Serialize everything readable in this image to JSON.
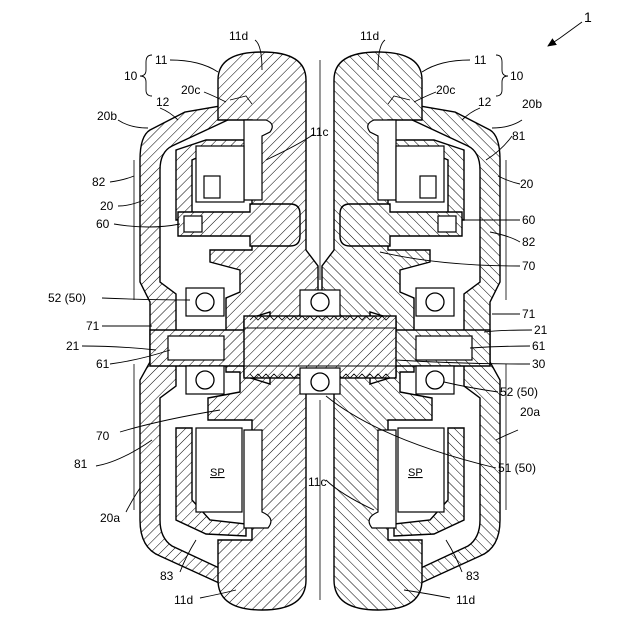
{
  "labels": {
    "fig_ref": "1",
    "l_10": "10",
    "l_11": "11",
    "l_12": "12",
    "l_11d": "11d",
    "l_11c": "11c",
    "l_20": "20",
    "l_20a": "20a",
    "l_20b": "20b",
    "l_20c": "20c",
    "l_21": "21",
    "l_30": "30",
    "l_51": "51 (50)",
    "l_52": "52 (50)",
    "l_60": "60",
    "l_61": "61",
    "l_70": "70",
    "l_71": "71",
    "l_81": "81",
    "l_82": "82",
    "l_83": "83",
    "sp": "SP"
  }
}
